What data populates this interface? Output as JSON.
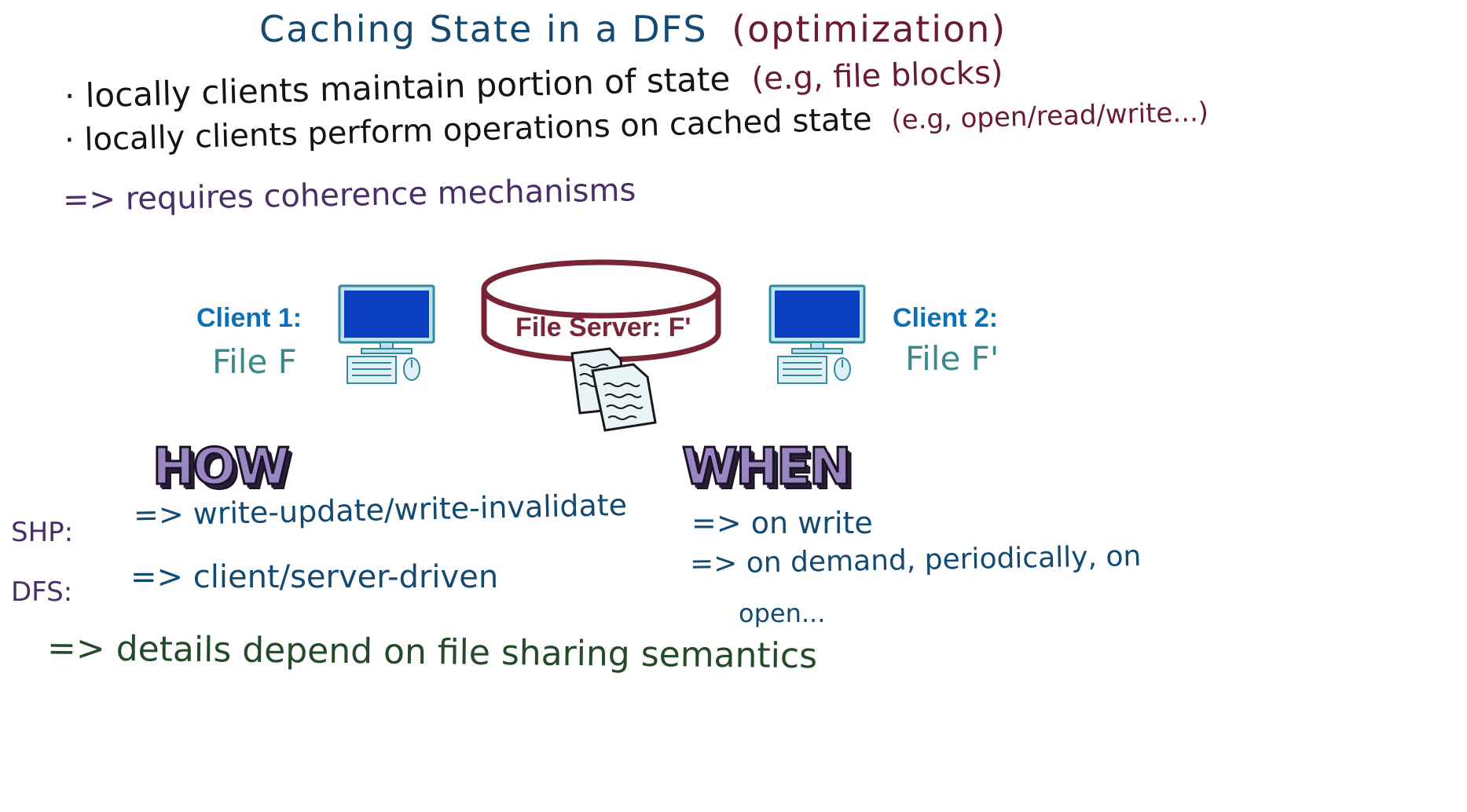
{
  "title": {
    "main": "Caching State in a DFS",
    "aside": "(optimization)"
  },
  "bullets": [
    {
      "text": "locally clients maintain portion of state",
      "example": "(e.g, file blocks)"
    },
    {
      "text": "locally clients perform operations on cached state",
      "example": "(e.g, open/read/write...)"
    }
  ],
  "conclusion": "=> requires coherence mechanisms",
  "diagram": {
    "client1": {
      "label": "Client 1:",
      "file": "File F"
    },
    "server": {
      "label": "File Server: F'"
    },
    "client2": {
      "label": "Client 2:",
      "file": "File F'"
    },
    "colors": {
      "server_ring": "#7a2438",
      "screen": "#0a3fc0",
      "client_label": "#0e70b4",
      "file_ink": "#3a8a8c"
    }
  },
  "how": {
    "heading": "HOW",
    "rows": [
      {
        "prefix": "SHP:",
        "text": "=> write-update/write-invalidate"
      },
      {
        "prefix": "DFS:",
        "text": "=> client/server-driven"
      }
    ]
  },
  "when": {
    "heading": "WHEN",
    "rows": [
      {
        "text": "=> on write"
      },
      {
        "text": "=> on demand, periodically, on",
        "cont": "open..."
      }
    ]
  },
  "footer": "=> details depend on file sharing semantics"
}
